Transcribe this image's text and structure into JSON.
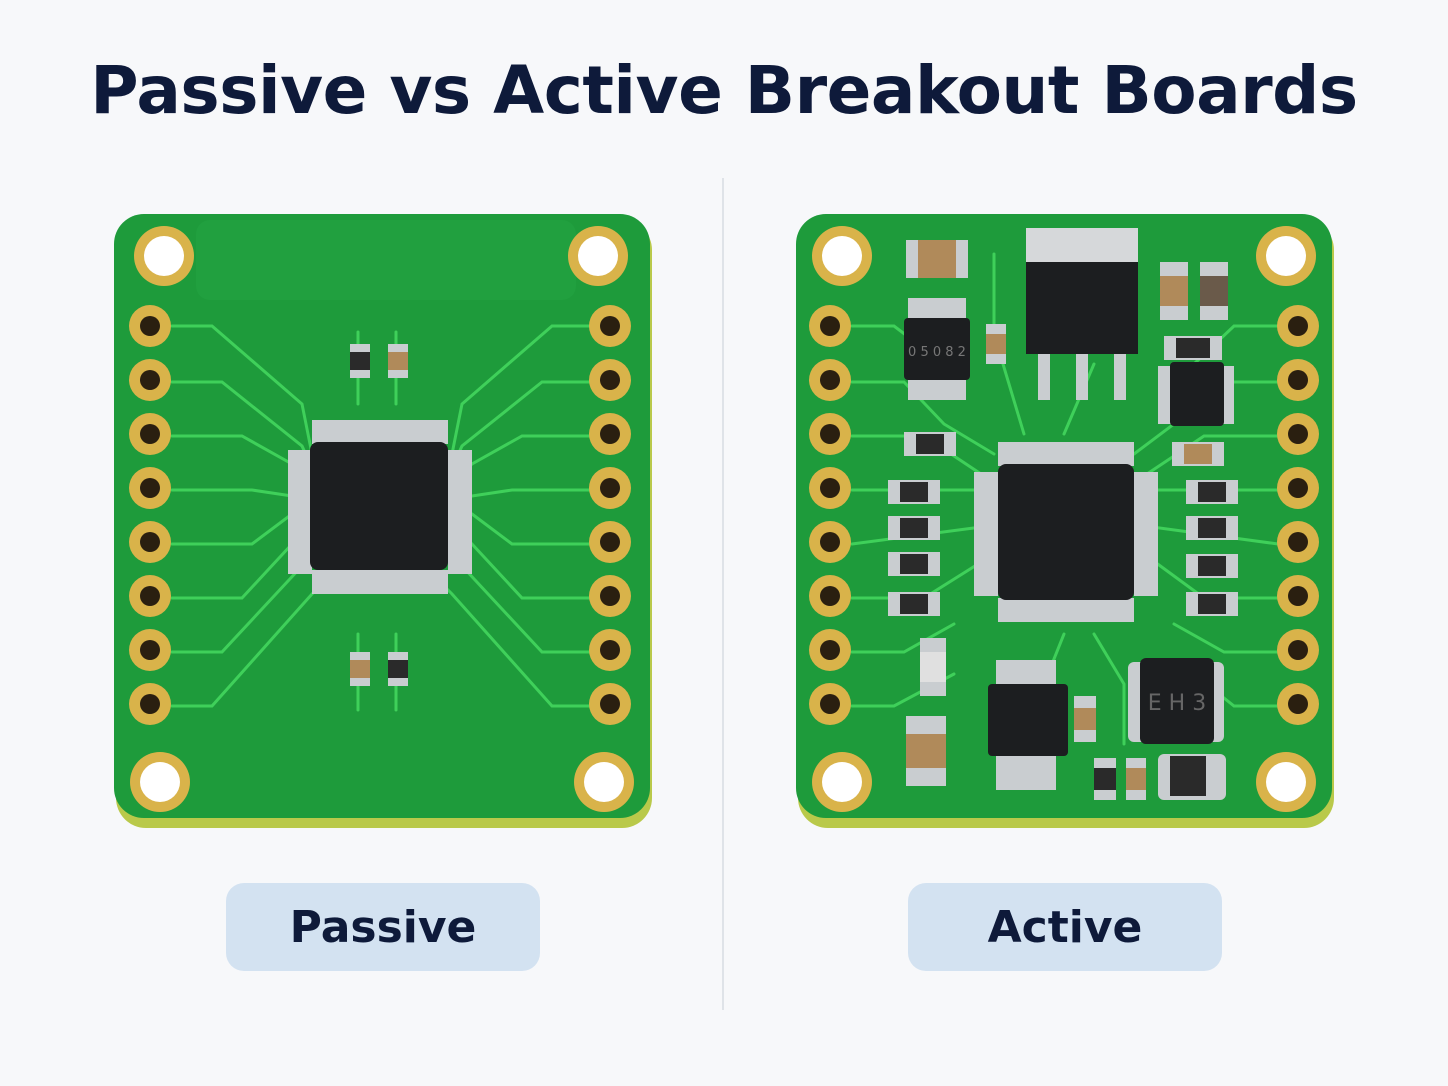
{
  "title": "Passive vs Active Breakout Boards",
  "boards": {
    "passive": {
      "label": "Passive",
      "pins_per_side": 8
    },
    "active": {
      "label": "Active",
      "pins_per_side": 8
    }
  },
  "colors": {
    "pcb": "#1f9a3a",
    "trace": "#3fd05a",
    "gold": "#d9b34a",
    "chip": "#1c1e20",
    "label_bg": "#d3e2f1",
    "title": "#0e1a3a"
  },
  "chip_markings": [
    "0 5 0 8 2",
    "E H 3"
  ]
}
